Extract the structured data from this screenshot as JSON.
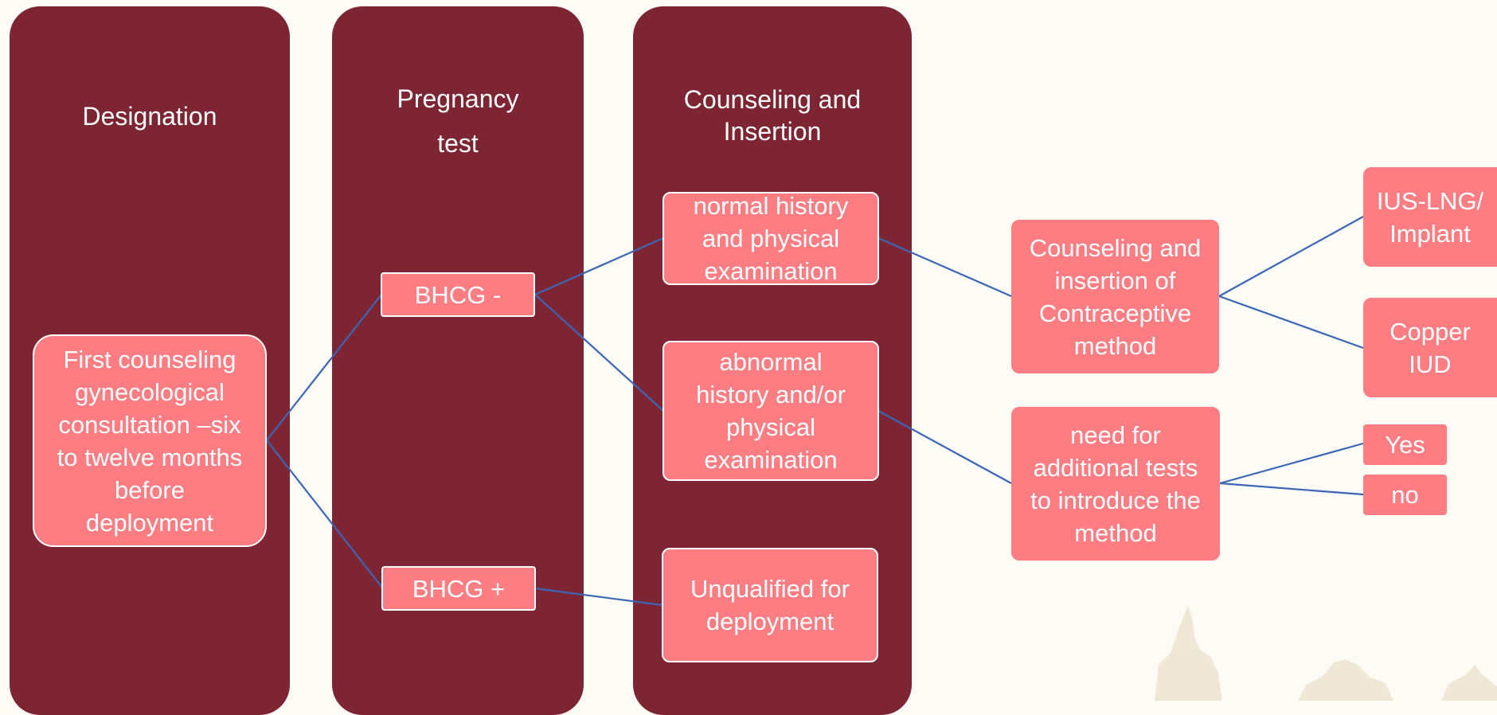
{
  "colors": {
    "background": "#fcfbf5",
    "column_fill": "#7d2532",
    "node_fill": "#fd7d82",
    "connector": "#3b66b8",
    "text": "#ffffff"
  },
  "columns": {
    "designation": "Designation",
    "pregnancy_test": "Pregnancy\ntest",
    "counseling_insertion": "Counseling and\nInsertion"
  },
  "nodes": {
    "first_consultation": "First counseling\ngynecological\nconsultation –six\nto twelve months\nbefore\ndeployment",
    "bhcg_negative": "BHCG -",
    "bhcg_positive": "BHCG +",
    "normal_history": "normal history\nand physical\nexamination",
    "abnormal_history": "abnormal\nhistory and/or\nphysical\nexamination",
    "unqualified": "Unqualified for\ndeployment",
    "counseling_method": "Counseling and\ninsertion of\nContraceptive\nmethod",
    "need_tests": "need for\nadditional tests\nto introduce the\nmethod",
    "ius_lng": "IUS-LNG/\nImplant",
    "copper_iud": "Copper\nIUD",
    "yes": "Yes",
    "no": "no"
  }
}
